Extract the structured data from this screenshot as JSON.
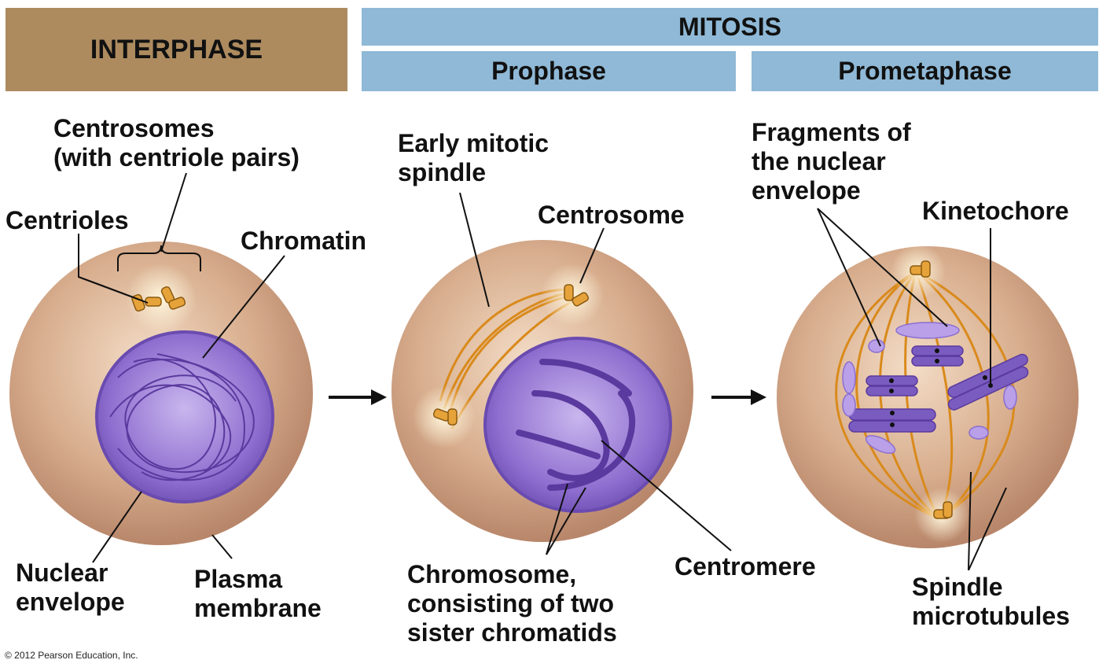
{
  "headers": {
    "interphase": "INTERPHASE",
    "mitosis": "MITOSIS",
    "prophase": "Prophase",
    "prometaphase": "Prometaphase"
  },
  "labels": {
    "centrosomes": "Centrosomes\n(with centriole pairs)",
    "centrioles": "Centrioles",
    "chromatin": "Chromatin",
    "nuclear_envelope": "Nuclear\nenvelope",
    "plasma_membrane": "Plasma\nmembrane",
    "early_spindle": "Early mitotic\nspindle",
    "centrosome": "Centrosome",
    "chromosome": "Chromosome,\nconsisting of two\nsister chromatids",
    "centromere": "Centromere",
    "fragments": "Fragments of\nthe nuclear\nenvelope",
    "kinetochore": "Kinetochore",
    "spindle_microtubules": "Spindle\nmicrotubules"
  },
  "copyright": "© 2012 Pearson Education, Inc.",
  "colors": {
    "interphase_header": "#ad8b5f",
    "mitosis_header": "#8fb9d6",
    "cell": "#c9997a",
    "nucleus": "#7a5cc0",
    "spindle": "#d98a1c"
  }
}
